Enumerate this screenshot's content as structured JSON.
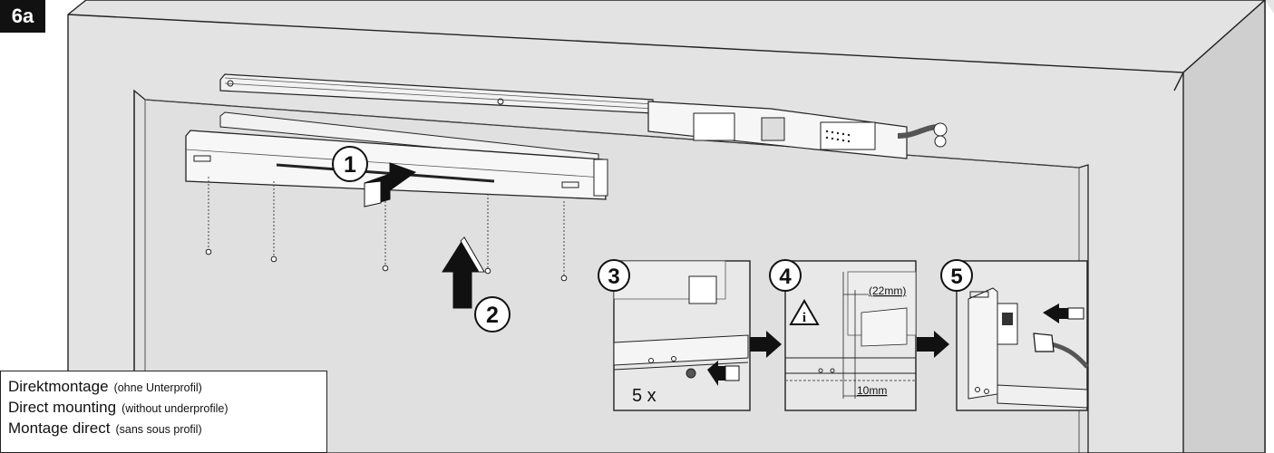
{
  "figure_label": "6a",
  "steps": [
    "1",
    "2",
    "3",
    "4",
    "5"
  ],
  "step3_count": "5 x",
  "step4_dimension_top": "(22mm)",
  "step4_dimension_bottom": "10mm",
  "caption": [
    {
      "main": "Direktmontage",
      "sub": "(ohne Unterprofil)"
    },
    {
      "main": "Direct mounting",
      "sub": "(without underprofile)"
    },
    {
      "main": "Montage direct",
      "sub": "(sans sous profil)"
    }
  ]
}
